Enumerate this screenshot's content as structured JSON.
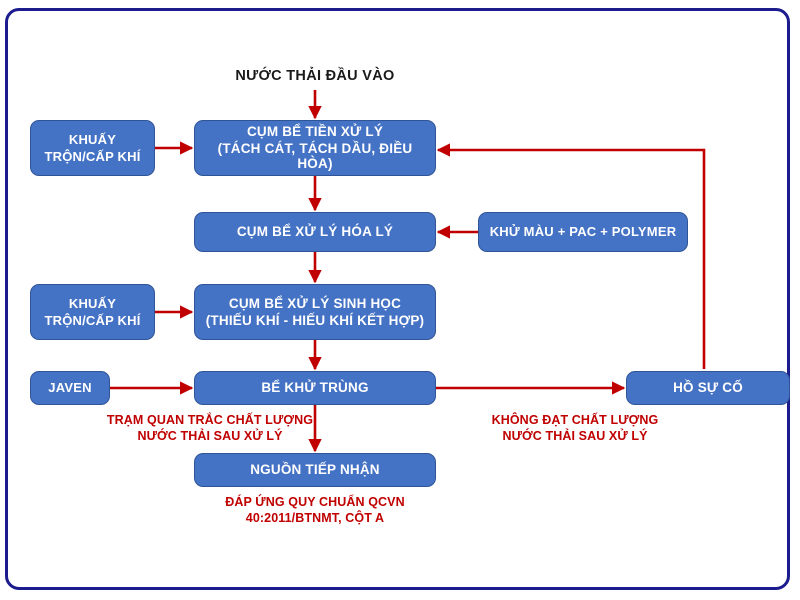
{
  "diagram": {
    "title_inlet": "NƯỚC THẢI ĐẦU VÀO",
    "colors": {
      "node_fill": "#4472C4",
      "node_stroke": "#2F5597",
      "arrow": "#C00000",
      "frame": "#1C1C8F",
      "node_text": "#FFFFFF",
      "caption_text": "#C00000",
      "title_text": "#1A1A1A"
    },
    "nodes": [
      {
        "id": "inlet-mixer",
        "line1": "KHUẤY",
        "line2": "TRỘN/CẤP KHÍ"
      },
      {
        "id": "pretreat",
        "line1": "CỤM BỂ TIỀN XỬ LÝ",
        "line2": "(TÁCH CÁT, TÁCH DẦU, ĐIỀU HÒA)"
      },
      {
        "id": "physchem",
        "line1": "CỤM BỂ XỬ LÝ HÓA LÝ",
        "line2": ""
      },
      {
        "id": "color-pac",
        "line1": "KHỬ MÀU + PAC + POLYMER",
        "line2": ""
      },
      {
        "id": "bio-mixer",
        "line1": "KHUẤY",
        "line2": "TRỘN/CẤP KHÍ"
      },
      {
        "id": "bio",
        "line1": "CỤM BỂ XỬ LÝ SINH HỌC",
        "line2": "(THIẾU KHÍ - HIẾU KHÍ KẾT HỢP)"
      },
      {
        "id": "javen",
        "line1": "JAVEN",
        "line2": ""
      },
      {
        "id": "disinfect",
        "line1": "BỂ KHỬ TRÙNG",
        "line2": ""
      },
      {
        "id": "incident-pond",
        "line1": "HỒ SỰ CỐ",
        "line2": ""
      },
      {
        "id": "receiver",
        "line1": "NGUỒN TIẾP NHẬN",
        "line2": ""
      }
    ],
    "captions": {
      "monitoring": "TRẠM QUAN TRẮC CHẤT LƯỢNG\nNƯỚC THẢI SAU XỬ LÝ",
      "failing": "KHÔNG ĐẠT CHẤT LƯỢNG\nNƯỚC THẢI SAU XỬ LÝ",
      "standard": "ĐÁP ỨNG QUY CHUẨN QCVN\n40:2011/BTNMT, CỘT A"
    },
    "connectors": [
      {
        "name": "inlet-to-pretreat",
        "from": "NƯỚC THẢI ĐẦU VÀO",
        "to": "CỤM BỂ TIỀN XỬ LÝ"
      },
      {
        "name": "inlet-mixer-to-pretreat",
        "from": "KHUẤY TRỘN/CẤP KHÍ",
        "to": "CỤM BỂ TIỀN XỬ LÝ"
      },
      {
        "name": "pretreat-to-physchem",
        "from": "CỤM BỂ TIỀN XỬ LÝ",
        "to": "CỤM BỂ XỬ LÝ HÓA LÝ"
      },
      {
        "name": "chem-dose-to-physchem",
        "from": "KHỬ MÀU + PAC + POLYMER",
        "to": "CỤM BỂ XỬ LÝ HÓA LÝ"
      },
      {
        "name": "physchem-to-bio",
        "from": "CỤM BỂ XỬ LÝ HÓA LÝ",
        "to": "CỤM BỂ XỬ LÝ SINH HỌC"
      },
      {
        "name": "bio-mixer-to-bio",
        "from": "KHUẤY TRỘN/CẤP KHÍ",
        "to": "CỤM BỂ XỬ LÝ SINH HỌC"
      },
      {
        "name": "bio-to-disinfect",
        "from": "CỤM BỂ XỬ LÝ SINH HỌC",
        "to": "BỂ KHỬ TRÙNG"
      },
      {
        "name": "javen-to-disinfect",
        "from": "JAVEN",
        "to": "BỂ KHỬ TRÙNG"
      },
      {
        "name": "disinfect-to-receiver",
        "from": "BỂ KHỬ TRÙNG",
        "to": "NGUỒN TIẾP NHẬN"
      },
      {
        "name": "disinfect-to-incident-pond",
        "from": "BỂ KHỬ TRÙNG",
        "to": "HỒ SỰ CỐ"
      },
      {
        "name": "incident-pond-recycle",
        "from": "HỒ SỰ CỐ",
        "to": "CỤM BỂ TIỀN XỬ LÝ"
      }
    ]
  }
}
